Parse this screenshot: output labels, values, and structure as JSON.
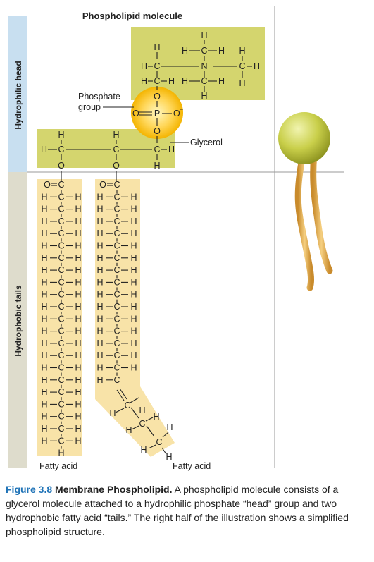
{
  "figure": {
    "title": "Phospholipid molecule",
    "head_region_label": "Hydrophilic head",
    "tail_region_label": "Hydrophobic tails",
    "phosphate_label_line1": "Phosphate",
    "phosphate_label_line2": "group",
    "glycerol_label": "Glycerol",
    "fatty_acid_left_label": "Fatty acid",
    "fatty_acid_right_label": "Fatty acid",
    "colors": {
      "head_band": "#c8dff0",
      "tail_band": "#dedccc",
      "choline_box": "#d4d56e",
      "glycerol_box": "#d4d56e",
      "fatty_acid_box": "#f8e3a8",
      "phosphate_glow": "#ffcc33",
      "simplified_head": "#c9cf4a",
      "simplified_tail": "#e7b25a"
    }
  },
  "caption": {
    "number": "Figure 3.8",
    "title": "Membrane Phospholipid.",
    "text": "A phospholipid molecule consists of a glycerol molecule attached to a hydrophilic phosphate “head” group and two hydrophobic fatty acid “tails.” The right half of the illustration shows a simplified phospholipid structure."
  }
}
